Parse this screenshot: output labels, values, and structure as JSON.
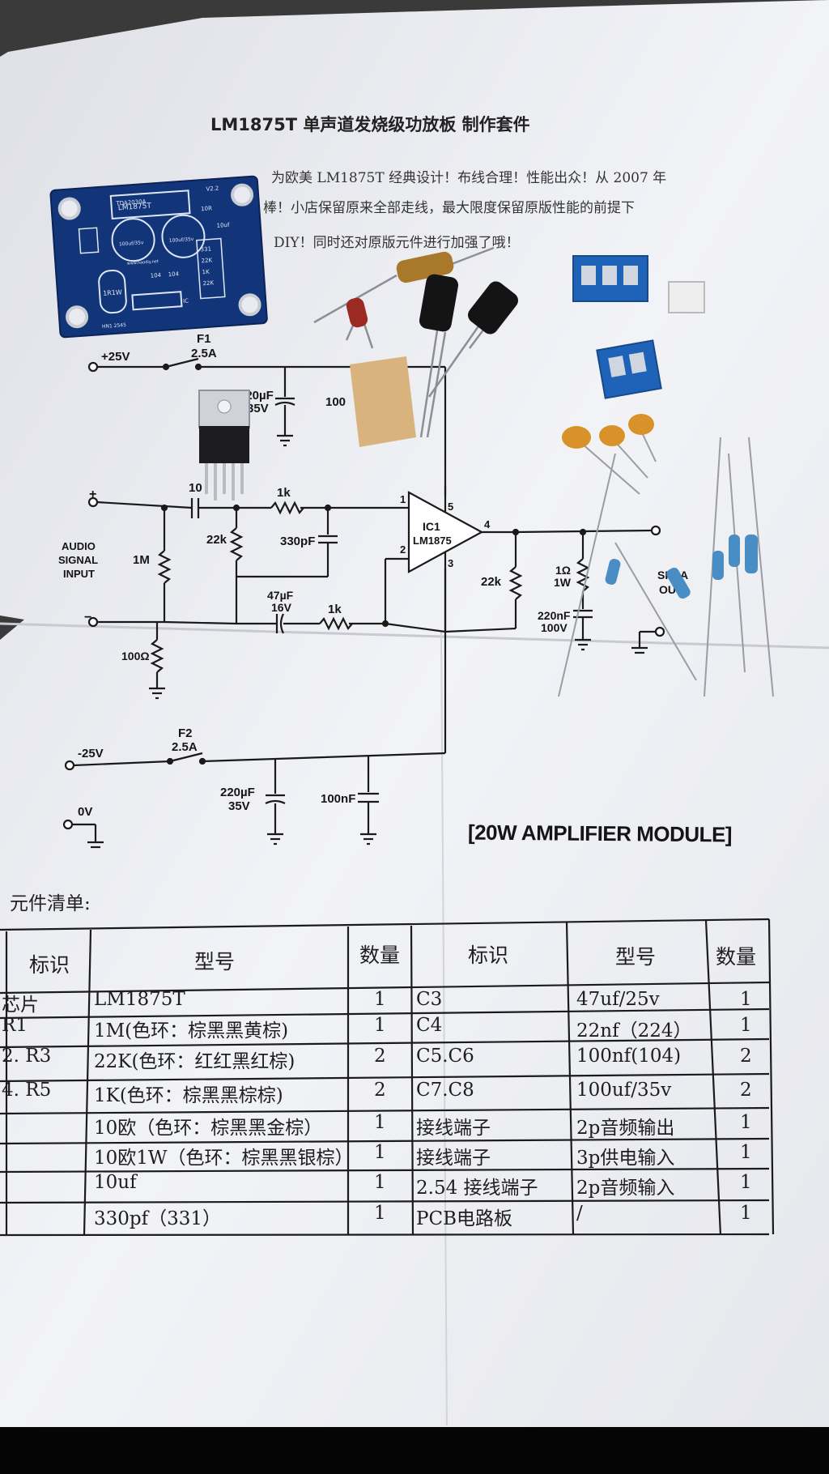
{
  "header": {
    "title": "LM1875T 单声道发烧级功放板 制作套件",
    "intro": [
      "为欧美 LM1875T 经典设计！布线合理！性能出众！从 2007 年",
      "棒！小店保留原来全部走线，最大限度保留原版性能的前提下",
      "DIY！同时还对原版元件进行加强了哦！"
    ]
  },
  "schematic": {
    "pos_rail": "+25V",
    "neg_rail": "-25V",
    "fuse1": "F1",
    "fuse1_rating": "2.5A",
    "fuse2": "F2",
    "fuse2_rating": "2.5A",
    "cap_220_top_a": "220µF",
    "cap_220_top_b": "35V",
    "cap_100_top": "100",
    "input_plus": "+",
    "input_minus": "−",
    "input_label": [
      "AUDIO",
      "SIGNAL",
      "INPUT"
    ],
    "cap_input": "10",
    "r_1k_top": "1k",
    "r_22k_left": "22k",
    "c_330": "330pF",
    "r_1M": "1M",
    "c_47_a": "47µF",
    "c_47_b": "16V",
    "r_1k_bottom": "1k",
    "r_100": "100Ω",
    "ic_name": "IC1",
    "ic_part": "LM1875",
    "pin1": "1",
    "pin2": "2",
    "pin3": "3",
    "pin4": "4",
    "pin5": "5",
    "r_22k_right": "22k",
    "r_1ohm_a": "1Ω",
    "r_1ohm_b": "1W",
    "c_220n_a": "220nF",
    "c_220n_b": "100V",
    "speaker_a": "SPEA",
    "speaker_b": "OUT",
    "cap_220_bot_a": "220µF",
    "cap_220_bot_b": "35V",
    "cap_100n_bot": "100nF",
    "zero_v": "0V",
    "module_label": "[20W AMPLIFIER MODULE]"
  },
  "pcb": {
    "silk": [
      "LM1875T",
      "TDA2030A",
      "100uf/35v",
      "100uf/35v",
      "1R1W",
      "104",
      "104",
      "331",
      "22K",
      "1K",
      "22K",
      "10uf",
      "10R",
      "V2.2",
      "HN1 2545",
      "www.haodiy.net",
      "IC"
    ]
  },
  "parts_list": {
    "title": "元件清单:",
    "headers": [
      "标识",
      "型号",
      "数量",
      "标识",
      "型号",
      "数量"
    ],
    "rows": [
      [
        "芯片",
        "LM1875T",
        "1",
        "C3",
        "47uf/25v",
        "1"
      ],
      [
        "R1",
        "1M(色环：棕黑黑黄棕)",
        "1",
        "C4",
        "22nf（224）",
        "1"
      ],
      [
        "2. R3",
        "22K(色环：红红黑红棕)",
        "2",
        "C5.C6",
        "100nf(104)",
        "2"
      ],
      [
        "4. R5",
        "1K(色环：棕黑黑棕棕)",
        "2",
        "C7.C8",
        "100uf/35v",
        "2"
      ],
      [
        "",
        "10欧（色环：棕黑黑金棕）",
        "1",
        "接线端子",
        "2p音频输出",
        "1"
      ],
      [
        "",
        "10欧1W（色环：棕黑黑银棕）",
        "1",
        "接线端子",
        "3p供电输入",
        "1"
      ],
      [
        "",
        "10uf",
        "1",
        "2.54 接线端子",
        "2p音频输入",
        "1"
      ],
      [
        "",
        "330pf（331）",
        "1",
        "PCB电路板",
        "/",
        "1"
      ]
    ]
  },
  "colors": {
    "paper": "#ecedf2",
    "ink": "#1a1a1a",
    "pcb_blue": "#12357a",
    "terminal_blue": "#1f63b8"
  }
}
